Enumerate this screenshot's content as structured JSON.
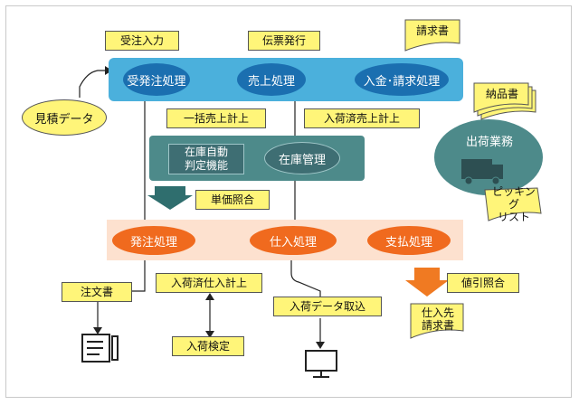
{
  "process": {
    "juchu_input": "受注入力",
    "denpyo": "伝票発行",
    "seikyusho": "請求書",
    "nouhinsho": "納品書",
    "mitsumori": "見積データ",
    "juchu": "受発注処理",
    "uriage": "売上処理",
    "nyukin": "入金･請求処理",
    "ikkatsu": "一括売上計上",
    "nyukazumi_uriage": "入荷済売上計上",
    "zaiko_jido_1": "在庫自動",
    "zaiko_jido_2": "判定機能",
    "zaiko_kanri": "在庫管理",
    "tanka": "単価照合",
    "hatchu": "発注処理",
    "shiire": "仕入処理",
    "shiharai": "支払処理",
    "chumonsho": "注文書",
    "nyukazumi_shiire": "入荷済仕入計上",
    "nyuka_kentei": "入荷検定",
    "nyuka_data": "入荷データ取込",
    "nebiki": "値引照合",
    "shiiresaki_1": "仕入先",
    "shiiresaki_2": "請求書",
    "shukka": "出荷業務",
    "picking_1": "ピッキング",
    "picking_2": "リスト"
  },
  "colors": {
    "top_band": "#4bb0dc",
    "top_oval": "#1b6fb0",
    "mid_band": "#4d8a8a",
    "bottom_band": "#fde1cf",
    "bottom_oval": "#f06a1e",
    "note": "#fff579"
  }
}
